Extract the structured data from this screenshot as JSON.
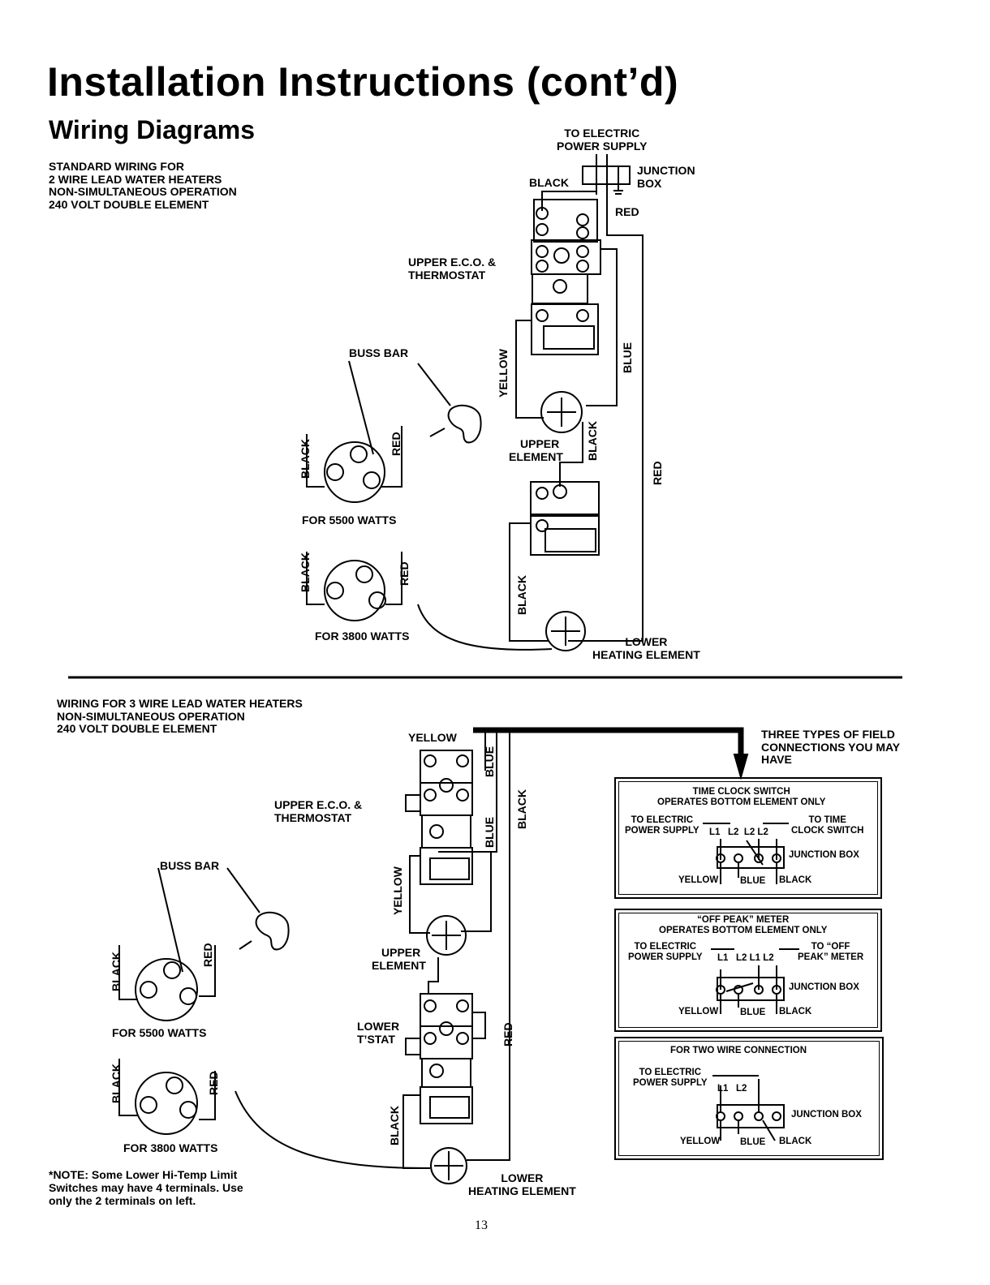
{
  "page": {
    "title": "Installation Instructions (cont’d)",
    "section_title": "Wiring Diagrams",
    "page_number": "13"
  },
  "diagram1": {
    "heading": [
      "STANDARD WIRING FOR",
      "2 WIRE LEAD WATER HEATERS",
      "NON-SIMULTANEOUS OPERATION",
      "240 VOLT DOUBLE ELEMENT"
    ],
    "power_supply": [
      "TO ELECTRIC",
      "POWER SUPPLY"
    ],
    "junction_box": [
      "JUNCTION",
      "BOX"
    ],
    "black": "BLACK",
    "red": "RED",
    "upper_eco": [
      "UPPER E.C.O. &",
      "THERMOSTAT"
    ],
    "yellow": "YELLOW",
    "blue": "BLUE",
    "buss_bar": "BUSS BAR",
    "upper_element": [
      "UPPER",
      "ELEMENT"
    ],
    "for_5500": "FOR 5500 WATTS",
    "for_3800": "FOR 3800 WATTS",
    "lower_element": [
      "LOWER",
      "HEATING ELEMENT"
    ]
  },
  "diagram2": {
    "heading": [
      "WIRING FOR 3 WIRE LEAD WATER HEATERS",
      "NON-SIMULTANEOUS OPERATION",
      "240 VOLT DOUBLE ELEMENT"
    ],
    "yellow": "YELLOW",
    "blue": "BLUE",
    "black": "BLACK",
    "red": "RED",
    "three_types": [
      "THREE TYPES OF FIELD",
      "CONNECTIONS YOU MAY",
      "HAVE"
    ],
    "upper_eco": [
      "UPPER E.C.O. &",
      "THERMOSTAT"
    ],
    "buss_bar": "BUSS BAR",
    "upper_element": [
      "UPPER",
      "ELEMENT"
    ],
    "lower_tstat": [
      "LOWER",
      "T’STAT"
    ],
    "for_5500": "FOR 5500 WATTS",
    "for_3800": "FOR 3800 WATTS",
    "lower_element": [
      "LOWER",
      "HEATING ELEMENT"
    ],
    "note": [
      "*NOTE: Some Lower Hi-Temp Limit",
      "Switches may have 4 terminals. Use",
      "only the 2 terminals on left."
    ]
  },
  "connection_boxes": [
    {
      "title": [
        "TIME CLOCK SWITCH",
        "OPERATES BOTTOM ELEMENT ONLY"
      ],
      "left_label": [
        "TO ELECTRIC",
        "POWER SUPPLY"
      ],
      "right_label": [
        "TO TIME",
        "CLOCK SWITCH"
      ],
      "terminals": "L1   L2  L2 L2",
      "junction": "JUNCTION BOX",
      "wires": [
        "YELLOW",
        "BLUE",
        "BLACK"
      ]
    },
    {
      "title": [
        "“OFF PEAK” METER",
        "OPERATES BOTTOM ELEMENT ONLY"
      ],
      "left_label": [
        "TO ELECTRIC",
        "POWER SUPPLY"
      ],
      "right_label": [
        "TO “OFF",
        "PEAK” METER"
      ],
      "terminals": "L1   L2 L1 L2",
      "junction": "JUNCTION BOX",
      "wires": [
        "YELLOW",
        "BLUE",
        "BLACK"
      ]
    },
    {
      "title": [
        "FOR TWO WIRE CONNECTION"
      ],
      "left_label": [
        "TO ELECTRIC",
        "POWER SUPPLY"
      ],
      "terminals": "L1   L2",
      "junction": "JUNCTION BOX",
      "wires": [
        "YELLOW",
        "BLUE",
        "BLACK"
      ]
    }
  ]
}
